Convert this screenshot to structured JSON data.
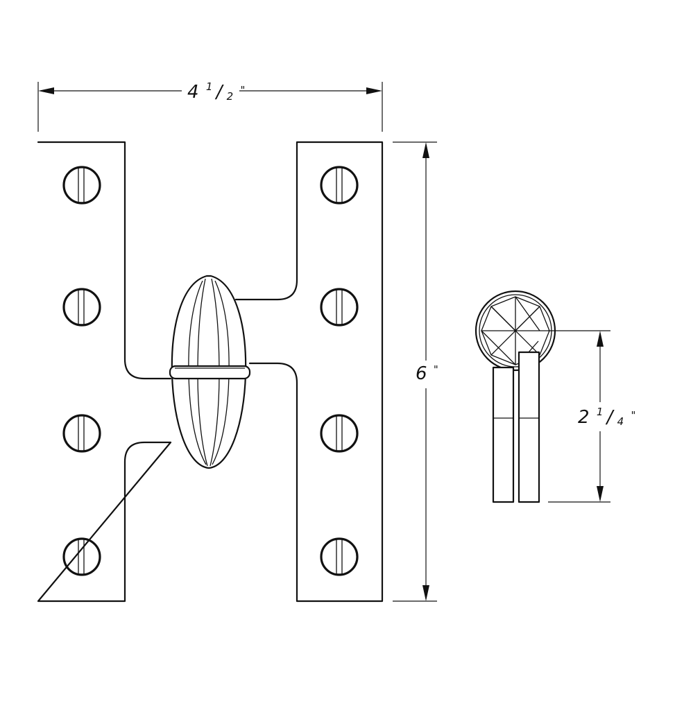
{
  "dimensions": {
    "width": {
      "whole": "4",
      "num": "1",
      "den": "2",
      "unit": "\""
    },
    "height": {
      "whole": "6",
      "unit": "\""
    },
    "side_height": {
      "whole": "2",
      "num": "1",
      "den": "4",
      "unit": "\""
    }
  },
  "screw_counts": {
    "left_leaf": 4,
    "right_leaf": 4
  },
  "colors": {
    "line": "#111111",
    "background": "#ffffff"
  }
}
